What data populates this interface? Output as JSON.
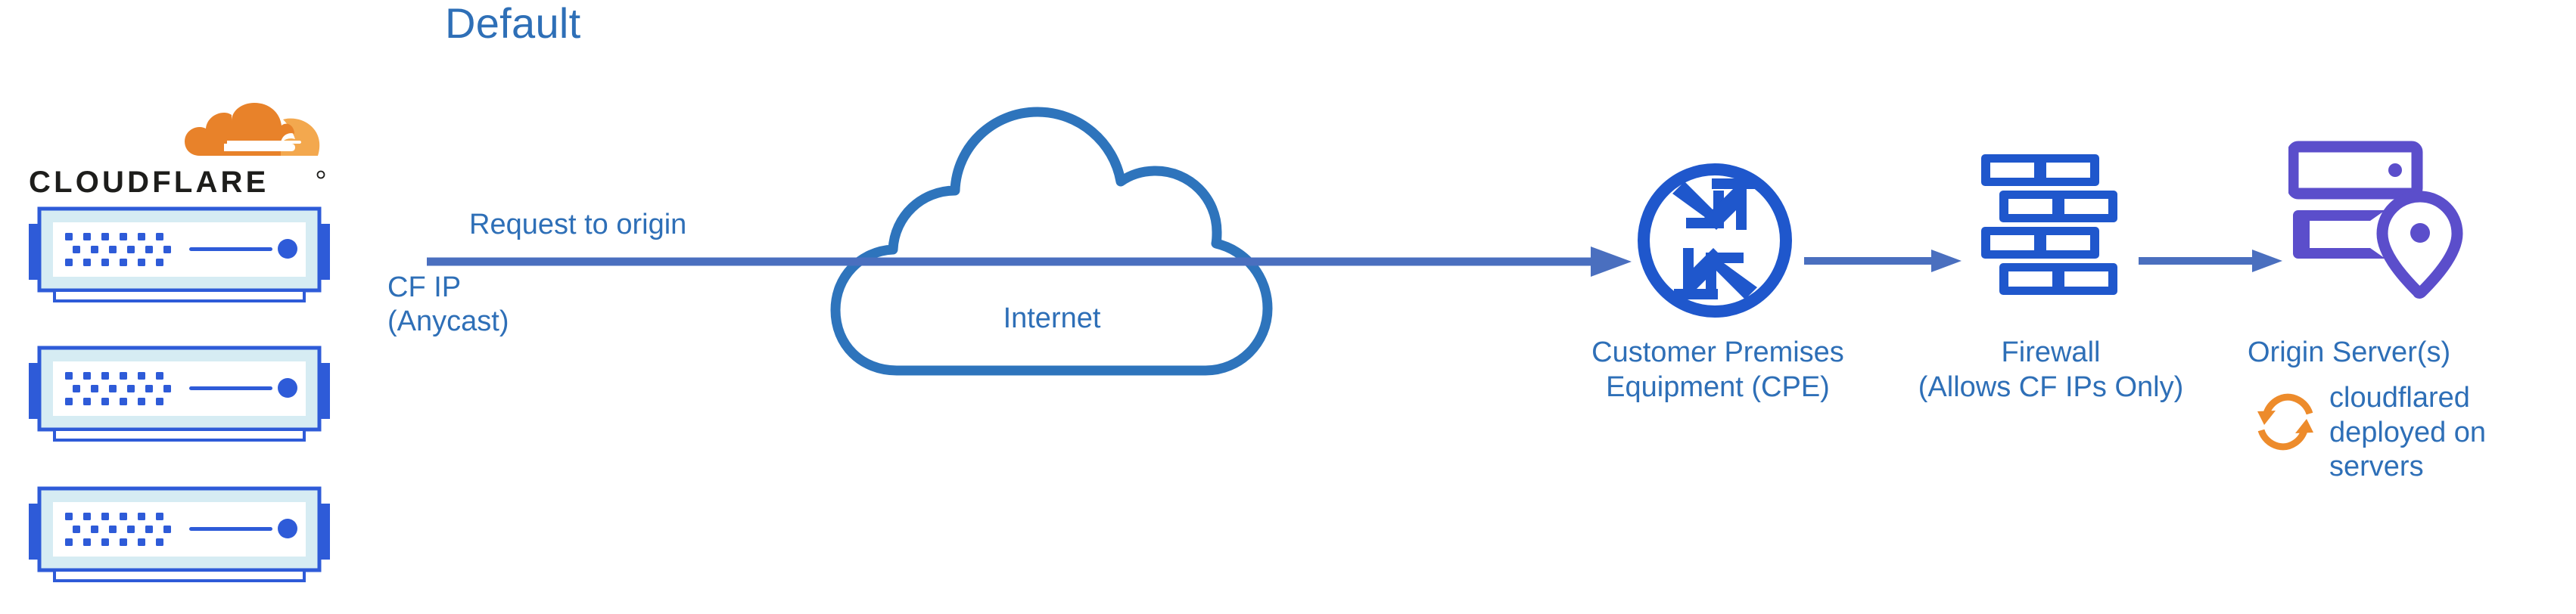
{
  "diagram": {
    "title": "Default",
    "colors": {
      "title_blue": "#2E6FB7",
      "label_blue": "#2E6FB7",
      "icon_blue": "#1F57CC",
      "line_blue": "#4A6FBF",
      "cloud_stroke": "#2E74BC",
      "origin_purple": "#5B4ECB",
      "cloudflare_orange": "#E8822A",
      "cloudflare_orange_light": "#F3A84E",
      "wordmark_black": "#1D1D1B",
      "server_body": "#D6ECF3",
      "server_outline": "#2E5BD8",
      "background": "#FFFFFF"
    },
    "brand": {
      "logo_icon": "cloudflare-cloud-logo",
      "wordmark": "CLOUDFLARE",
      "wordmark_registered": "®"
    },
    "server_stack": {
      "icon": "server-appliance-icon",
      "count": 3,
      "units": [
        {
          "name": "cloudflare-server-unit-1"
        },
        {
          "name": "cloudflare-server-unit-2"
        },
        {
          "name": "cloudflare-server-unit-3"
        }
      ]
    },
    "flow": {
      "request_label": "Request to origin",
      "source_ip_label_line1": "CF IP",
      "source_ip_label_line2": "(Anycast)",
      "arrow_icon": "right-arrow-icon"
    },
    "nodes": [
      {
        "id": "internet",
        "icon": "cloud-icon",
        "label": "Internet",
        "label_lines": [
          "Internet"
        ],
        "color": "#2E74BC"
      },
      {
        "id": "cpe",
        "icon": "router-four-arrows-icon",
        "label": "Customer Premises Equipment (CPE)",
        "label_lines": [
          "Customer Premises",
          "Equipment (CPE)"
        ],
        "color": "#1F57CC"
      },
      {
        "id": "firewall",
        "icon": "brick-wall-icon",
        "label": "Firewall (Allows CF IPs Only)",
        "label_lines": [
          "Firewall",
          "(Allows CF IPs Only)"
        ],
        "color": "#1F57CC"
      },
      {
        "id": "origin",
        "icon": "server-rack-location-pin-icon",
        "label": "Origin Server(s)",
        "label_lines": [
          "Origin Server(s)"
        ],
        "color": "#5B4ECB"
      }
    ],
    "annotation": {
      "icon": "sync-arrows-icon",
      "icon_color": "#ED8B2B",
      "text": "cloudflared deployed on servers",
      "lines": [
        "cloudflared",
        "deployed on",
        "servers"
      ]
    }
  }
}
